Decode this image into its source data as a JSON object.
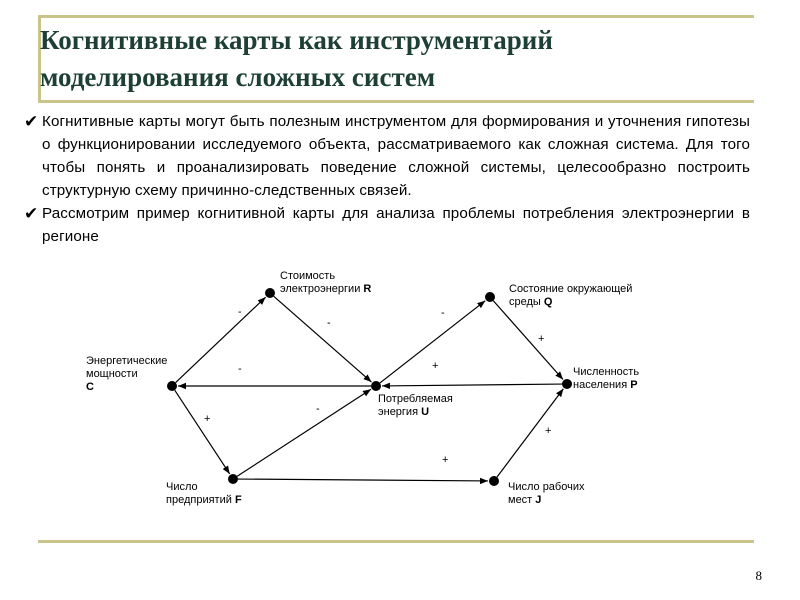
{
  "title_lines": [
    "Когнитивные карты как инструментарий",
    "моделирования сложных систем"
  ],
  "bullets": [
    "Когнитивные карты могут быть полезным инструментом для формирования и уточнения гипотезы о функционировании исследуемого объекта, рассматриваемого как сложная система. Для того чтобы понять и проанализировать поведение сложной системы, целесообразно построить структурную схему причинно-следственных связей.",
    "Рассмотрим пример когнитивной карты для анализа проблемы потребления электроэнергии в регионе"
  ],
  "bullet_marker": "✔",
  "diagram": {
    "nodes": {
      "R": {
        "lines": [
          "Стоимость",
          "электроэнергии"
        ],
        "letter": "R"
      },
      "Q": {
        "lines": [
          "Состояние окружающей",
          "среды"
        ],
        "letter": "Q"
      },
      "C": {
        "lines": [
          "Энергетические",
          "мощности",
          ""
        ],
        "letter": "C"
      },
      "U": {
        "lines": [
          "Потребляемая",
          "энергия"
        ],
        "letter": "U"
      },
      "P": {
        "lines": [
          "Численность",
          "населения"
        ],
        "letter": "P"
      },
      "F": {
        "lines": [
          "Число",
          "предприятий"
        ],
        "letter": "F"
      },
      "J": {
        "lines": [
          "Число рабочих",
          "мест"
        ],
        "letter": "J"
      }
    },
    "edges": [
      {
        "from": "C",
        "to": "R",
        "sign": "-"
      },
      {
        "from": "R",
        "to": "U",
        "sign": "-"
      },
      {
        "from": "U",
        "to": "C",
        "sign": "-"
      },
      {
        "from": "U",
        "to": "Q",
        "sign": "-"
      },
      {
        "from": "Q",
        "to": "P",
        "sign": "+"
      },
      {
        "from": "P",
        "to": "U",
        "sign": "+"
      },
      {
        "from": "C",
        "to": "F",
        "sign": "+"
      },
      {
        "from": "F",
        "to": "U",
        "sign": "-"
      },
      {
        "from": "F",
        "to": "J",
        "sign": "+"
      },
      {
        "from": "J",
        "to": "P",
        "sign": "+"
      }
    ]
  },
  "page_number": "8"
}
